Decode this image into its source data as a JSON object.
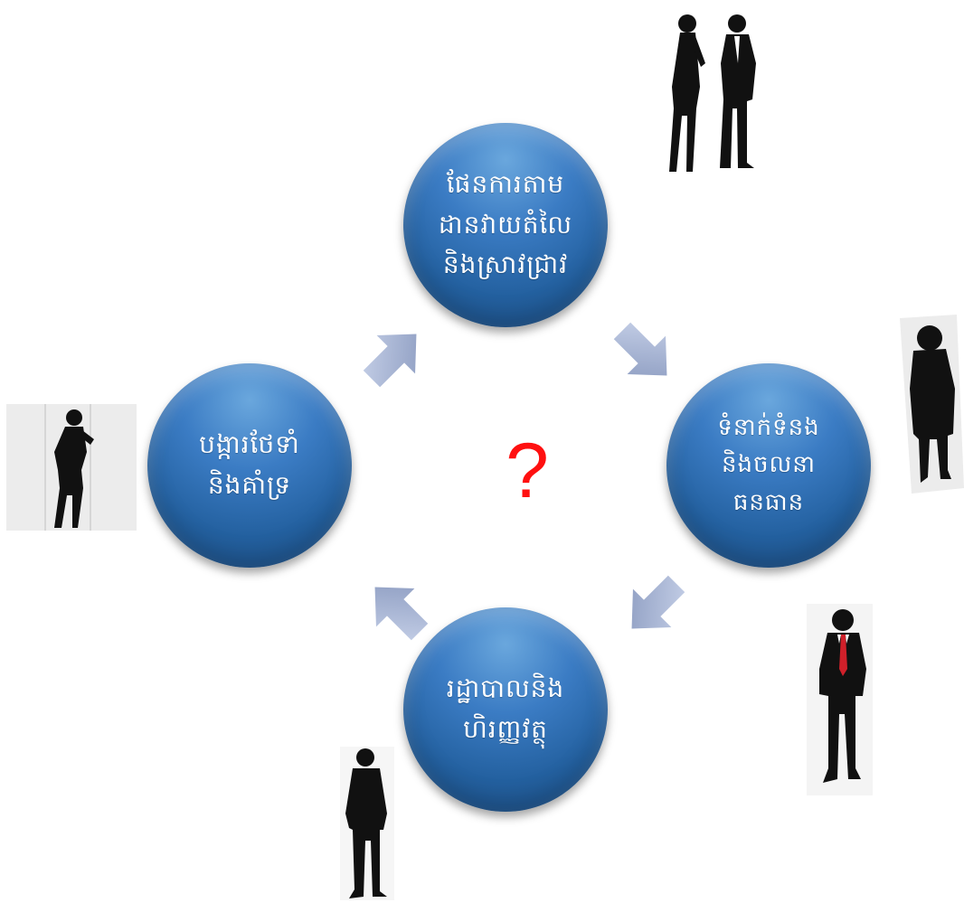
{
  "center_symbol": "?",
  "colors": {
    "circle": "#2d6db3",
    "arrow": "#a7b6d6",
    "question": "#ff1010",
    "silhouette": "#111111"
  },
  "nodes": [
    {
      "id": "top",
      "label": "ផែនការតាម\nដានវាយតំលៃ\nនិងស្រាវជ្រាវ"
    },
    {
      "id": "right",
      "label": "ទំនាក់ទំនង\nនិងចលនា\nធនធាន"
    },
    {
      "id": "bottom",
      "label": "រដ្ឋាបាលនិង\nហិរញ្ញវត្ថុ"
    },
    {
      "id": "left",
      "label": "បង្ការថែទាំ\nនិងគាំទ្រ"
    }
  ],
  "arrows": [
    {
      "from": "left",
      "to": "top"
    },
    {
      "from": "top",
      "to": "right"
    },
    {
      "from": "right",
      "to": "bottom"
    },
    {
      "from": "bottom",
      "to": "left"
    }
  ],
  "images": [
    {
      "name": "two-people-silhouette"
    },
    {
      "name": "heavy-man-silhouette"
    },
    {
      "name": "man-red-tie-silhouette"
    },
    {
      "name": "standing-man-silhouette"
    },
    {
      "name": "woman-on-phone-silhouette"
    }
  ]
}
